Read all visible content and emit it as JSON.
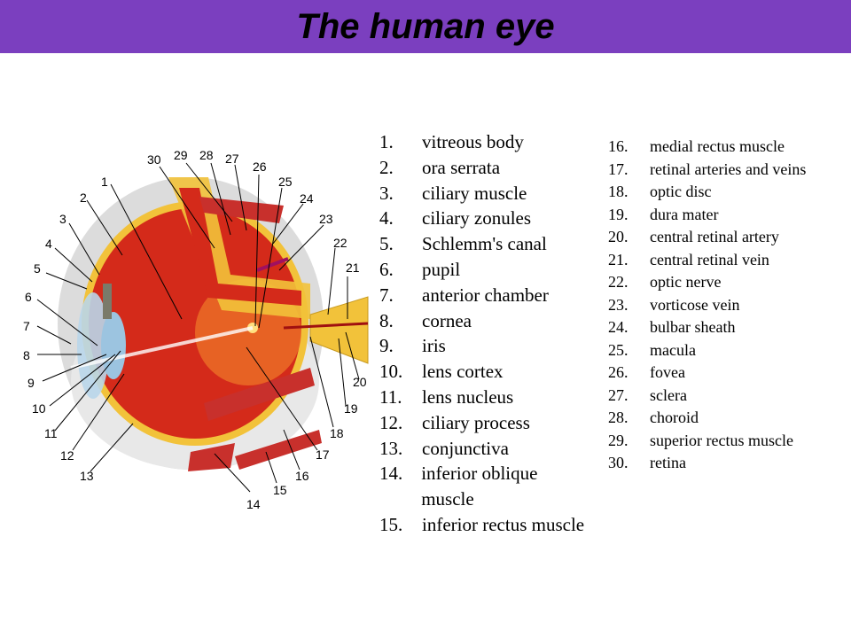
{
  "title": "The human eye",
  "parts_col1": [
    {
      "n": "1.",
      "text": "vitreous body"
    },
    {
      "n": "2.",
      "text": "ora serrata"
    },
    {
      "n": "3.",
      "text": "ciliary muscle"
    },
    {
      "n": "4.",
      "text": "ciliary zonules"
    },
    {
      "n": "5.",
      "text": "Schlemm's canal"
    },
    {
      "n": "6.",
      "text": "pupil"
    },
    {
      "n": "7.",
      "text": "anterior chamber"
    },
    {
      "n": "8.",
      "text": "cornea"
    },
    {
      "n": "9.",
      "text": "iris"
    },
    {
      "n": "10.",
      "text": "lens cortex"
    },
    {
      "n": "11.",
      "text": "lens nucleus"
    },
    {
      "n": "12.",
      "text": "ciliary process"
    },
    {
      "n": "13.",
      "text": "conjunctiva"
    },
    {
      "n": "14.",
      "text": "inferior oblique muscle"
    },
    {
      "n": "15.",
      "text": "inferior rectus muscle"
    }
  ],
  "parts_col2": [
    {
      "n": "16.",
      "text": "medial rectus muscle"
    },
    {
      "n": "17.",
      "text": "retinal arteries and veins"
    },
    {
      "n": "18.",
      "text": "optic disc"
    },
    {
      "n": "19.",
      "text": "dura mater"
    },
    {
      "n": "20.",
      "text": "central retinal artery"
    },
    {
      "n": "21.",
      "text": "central retinal vein"
    },
    {
      "n": "22.",
      "text": "optic nerve"
    },
    {
      "n": "23.",
      "text": "vorticose vein"
    },
    {
      "n": "24.",
      "text": "bulbar sheath"
    },
    {
      "n": "25.",
      "text": "macula"
    },
    {
      "n": "26.",
      "text": "fovea"
    },
    {
      "n": "27.",
      "text": "sclera"
    },
    {
      "n": "28.",
      "text": "choroid"
    },
    {
      "n": "29.",
      "text": "superior rectus muscle"
    },
    {
      "n": "30.",
      "text": "retina"
    }
  ],
  "diagram_labels": [
    "1",
    "2",
    "3",
    "4",
    "5",
    "6",
    "7",
    "8",
    "9",
    "10",
    "11",
    "12",
    "13",
    "14",
    "15",
    "16",
    "17",
    "18",
    "19",
    "20",
    "21",
    "22",
    "23",
    "24",
    "25",
    "26",
    "27",
    "28",
    "29",
    "30"
  ],
  "colors": {
    "title_bar": "#7b3fbf",
    "vitreous": "#d42a1a",
    "retina_layer": "#f2c23a",
    "sclera": "#d9d9d9",
    "muscle": "#c8302c",
    "optic_nerve": "#f2c23a"
  }
}
